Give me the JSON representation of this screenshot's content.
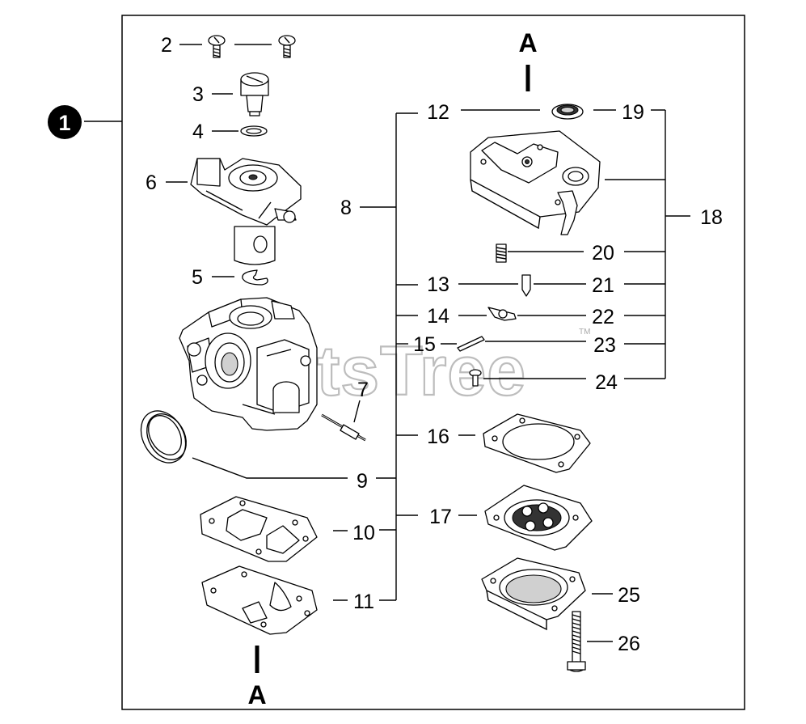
{
  "callouts": {
    "n1": "1",
    "n2": "2",
    "n3": "3",
    "n4": "4",
    "n5": "5",
    "n6": "6",
    "n7": "7",
    "n8": "8",
    "n9": "9",
    "n10": "10",
    "n11": "11",
    "n12": "12",
    "n13": "13",
    "n14": "14",
    "n15": "15",
    "n16": "16",
    "n17": "17",
    "n18": "18",
    "n19": "19",
    "n20": "20",
    "n21": "21",
    "n22": "22",
    "n23": "23",
    "n24": "24",
    "n25": "25",
    "n26": "26"
  },
  "connector_markers": {
    "top": "A",
    "bottom": "A"
  },
  "watermark": {
    "text": "PartsTree",
    "trademark": "TM"
  }
}
